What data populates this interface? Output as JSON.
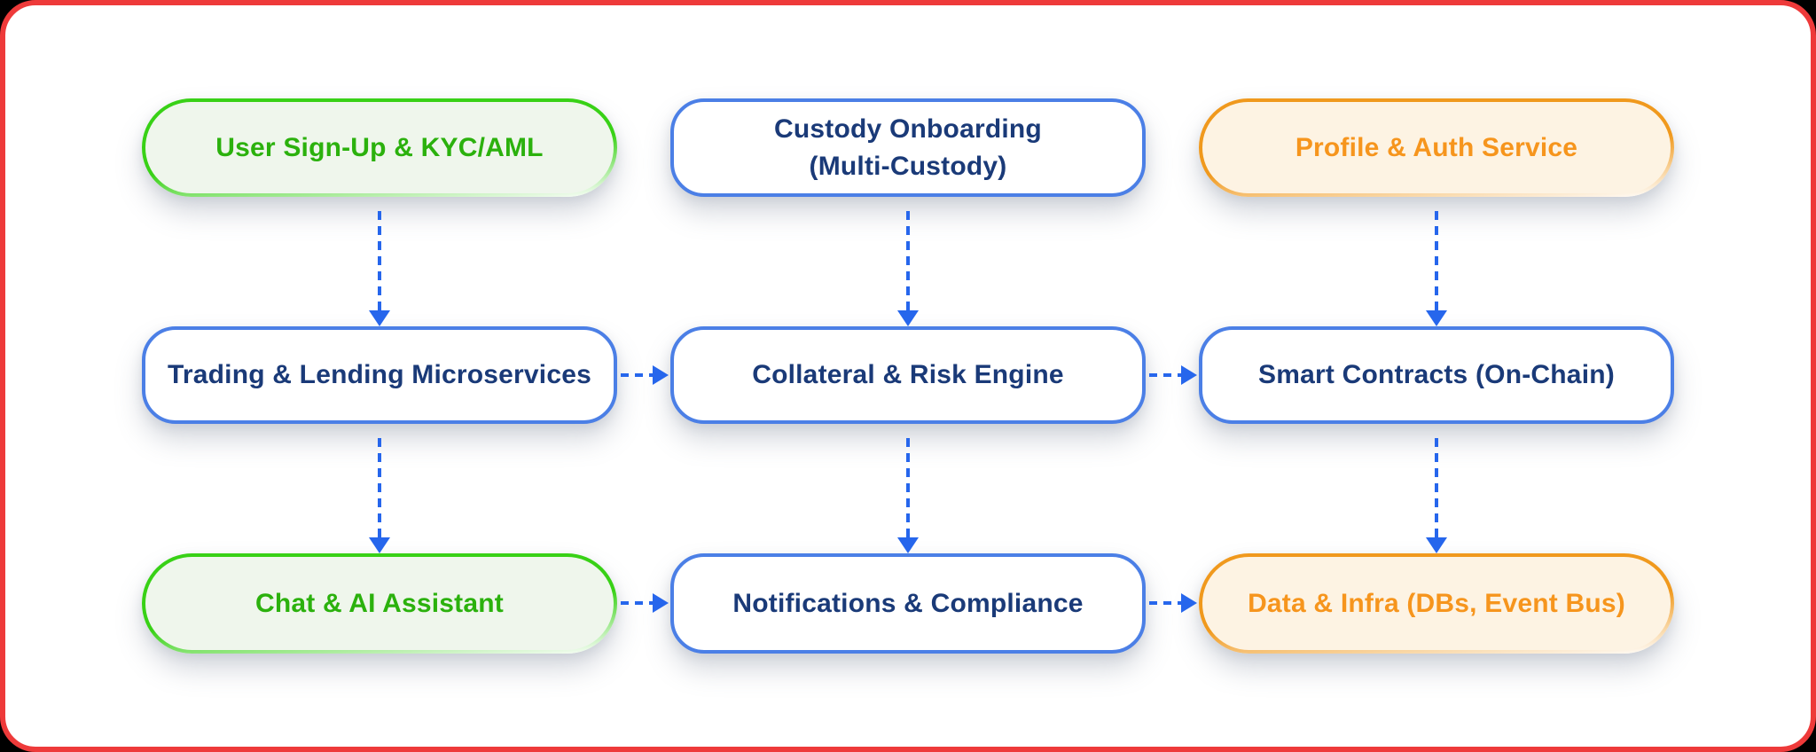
{
  "frame": {
    "background": "#ffffff",
    "border_color": "#ee3a3a",
    "outside_color": "#000000"
  },
  "palette": {
    "blue_node_border": "#4b7fe6",
    "blue_node_text": "#1a3a78",
    "green_node_border": "#38d116",
    "green_node_text": "#2bb10d",
    "green_node_fill": "#eff6ec",
    "orange_node_border": "#f0991d",
    "orange_node_text": "#f6951d",
    "orange_node_fill": "#fdf3e3",
    "arrow_color": "#2666ec"
  },
  "diagram": {
    "nodes": [
      {
        "id": "user-signup-kyc-aml",
        "variant": "green",
        "lines": [
          "User Sign-Up & KYC/AML"
        ]
      },
      {
        "id": "custody-onboarding",
        "variant": "blue",
        "lines": [
          "Custody Onboarding",
          "(Multi-Custody)"
        ]
      },
      {
        "id": "profile-auth-service",
        "variant": "orange",
        "lines": [
          "Profile & Auth Service"
        ]
      },
      {
        "id": "trading-lending-microservices",
        "variant": "blue",
        "lines": [
          "Trading & Lending Microservices"
        ]
      },
      {
        "id": "collateral-risk-engine",
        "variant": "blue",
        "lines": [
          "Collateral & Risk Engine"
        ]
      },
      {
        "id": "smart-contracts-on-chain",
        "variant": "blue",
        "lines": [
          "Smart Contracts (On-Chain)"
        ]
      },
      {
        "id": "chat-ai-assistant",
        "variant": "green",
        "lines": [
          "Chat & AI Assistant"
        ]
      },
      {
        "id": "notifications-compliance",
        "variant": "blue",
        "lines": [
          "Notifications & Compliance"
        ]
      },
      {
        "id": "data-infra",
        "variant": "orange",
        "lines": [
          "Data & Infra (DBs, Event Bus)"
        ]
      }
    ],
    "edges": [
      {
        "from": "user-signup-kyc-aml",
        "to": "trading-lending-microservices",
        "direction": "down",
        "style": "dashed"
      },
      {
        "from": "custody-onboarding",
        "to": "collateral-risk-engine",
        "direction": "down",
        "style": "dashed"
      },
      {
        "from": "profile-auth-service",
        "to": "smart-contracts-on-chain",
        "direction": "down",
        "style": "dashed"
      },
      {
        "from": "trading-lending-microservices",
        "to": "collateral-risk-engine",
        "direction": "right",
        "style": "dashed"
      },
      {
        "from": "collateral-risk-engine",
        "to": "smart-contracts-on-chain",
        "direction": "right",
        "style": "dashed"
      },
      {
        "from": "trading-lending-microservices",
        "to": "chat-ai-assistant",
        "direction": "down",
        "style": "dashed"
      },
      {
        "from": "collateral-risk-engine",
        "to": "notifications-compliance",
        "direction": "down",
        "style": "dashed"
      },
      {
        "from": "smart-contracts-on-chain",
        "to": "data-infra",
        "direction": "down",
        "style": "dashed"
      },
      {
        "from": "chat-ai-assistant",
        "to": "notifications-compliance",
        "direction": "right",
        "style": "dashed"
      },
      {
        "from": "notifications-compliance",
        "to": "data-infra",
        "direction": "right",
        "style": "dashed"
      }
    ]
  }
}
